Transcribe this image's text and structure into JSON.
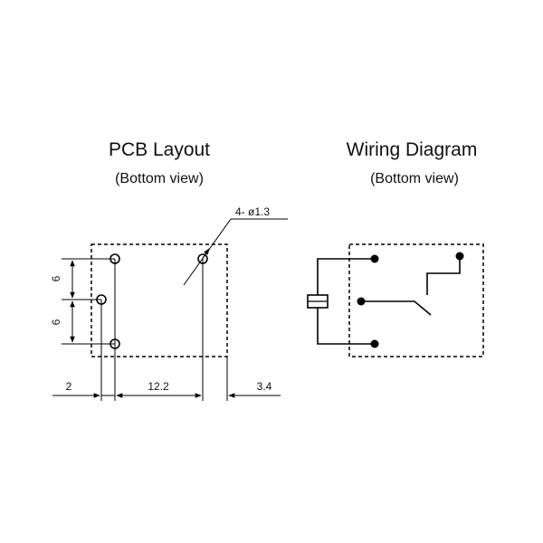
{
  "pcb": {
    "title": "PCB Layout",
    "subtitle": "(Bottom view)",
    "hole_callout": "4- ø1.3",
    "dim_pitch_upper": "6",
    "dim_pitch_lower": "6",
    "dim_left": "2",
    "dim_middle": "12.2",
    "dim_right": "3.4"
  },
  "wiring": {
    "title": "Wiring Diagram",
    "subtitle": "(Bottom view)"
  }
}
